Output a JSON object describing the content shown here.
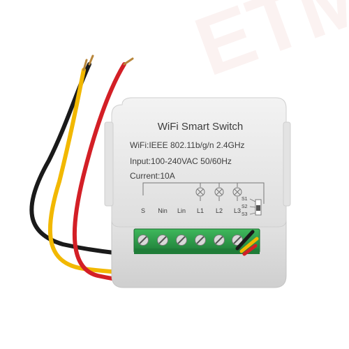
{
  "device": {
    "title": "WiFi Smart Switch",
    "spec_wifi": "WiFi:IEEE 802.11b/g/n 2.4GHz",
    "spec_input": "Input:100-240VAC 50/60Hz",
    "spec_current": "Current:10A"
  },
  "terminals": [
    {
      "label": "S"
    },
    {
      "label": "Nin"
    },
    {
      "label": "Lin"
    },
    {
      "label": "L1"
    },
    {
      "label": "L2"
    },
    {
      "label": "L3"
    }
  ],
  "selector": {
    "labels": [
      "S1",
      "S2",
      "S3"
    ]
  },
  "colors": {
    "body": "#e9e9e9",
    "terminal_block": "#2f9a4a",
    "wire_black": "#1a1a1a",
    "wire_red": "#d31f26",
    "wire_yellow": "#f2b800"
  },
  "watermark": "ETM"
}
